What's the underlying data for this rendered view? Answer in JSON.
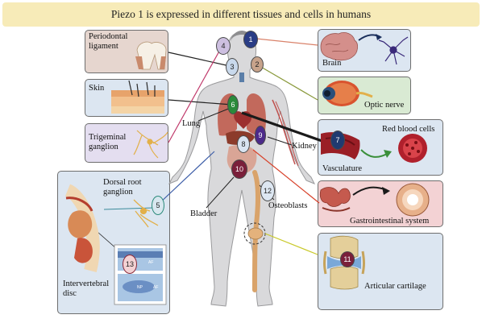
{
  "title": "Piezo 1 is expressed in different tissues and cells in humans",
  "labels": {
    "periodontal": "Periodontal ligament",
    "skin": "Skin",
    "trigeminal": "Trigeminal ganglion",
    "dorsal_root": "Dorsal root ganglion",
    "intervertebral": "Intervertebral disc",
    "brain": "Brain",
    "optic": "Optic nerve",
    "rbc": "Red blood cells",
    "vasculature": "Vasculature",
    "gi": "Gastrointestinal system",
    "cartilage": "Articular cartilage",
    "lung": "Lung",
    "kidney": "Kidney",
    "bladder": "Bladder",
    "osteoblasts": "Osteoblasts"
  },
  "badges": {
    "b1": "1",
    "b2": "2",
    "b3": "3",
    "b4": "4",
    "b5": "5",
    "b6": "6",
    "b7": "7",
    "b8": "8",
    "b9": "9",
    "b10": "10",
    "b11": "11",
    "b12": "12",
    "b13": "13"
  },
  "disc_labels": [
    "NP",
    "AF"
  ],
  "colors": {
    "title_bg": "#f7ebb8",
    "brown_box": "#e6d6cf",
    "blue_box": "#dce6f1",
    "purple_box": "#e4def0",
    "green_box": "#d9ead3",
    "pink_box": "#f3d2d4"
  }
}
